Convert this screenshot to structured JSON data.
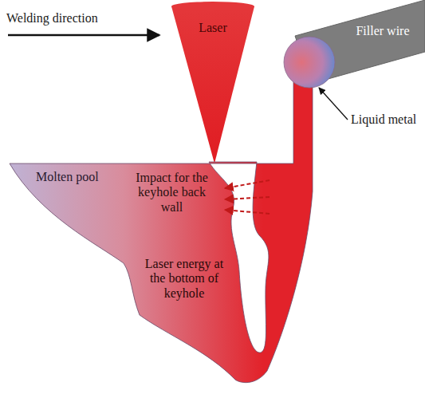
{
  "diagram": {
    "nodes": [
      {
        "text": [
          "Laser"
        ]
      },
      {
        "text": [
          "Filler wire"
        ]
      },
      {
        "text": [
          "Molten pool",
          "Impact for the keyhole back wall",
          "Laser energy at the bottom of keyhole"
        ]
      }
    ],
    "labels": [
      "Welding direction",
      "Liquid metal"
    ]
  }
}
